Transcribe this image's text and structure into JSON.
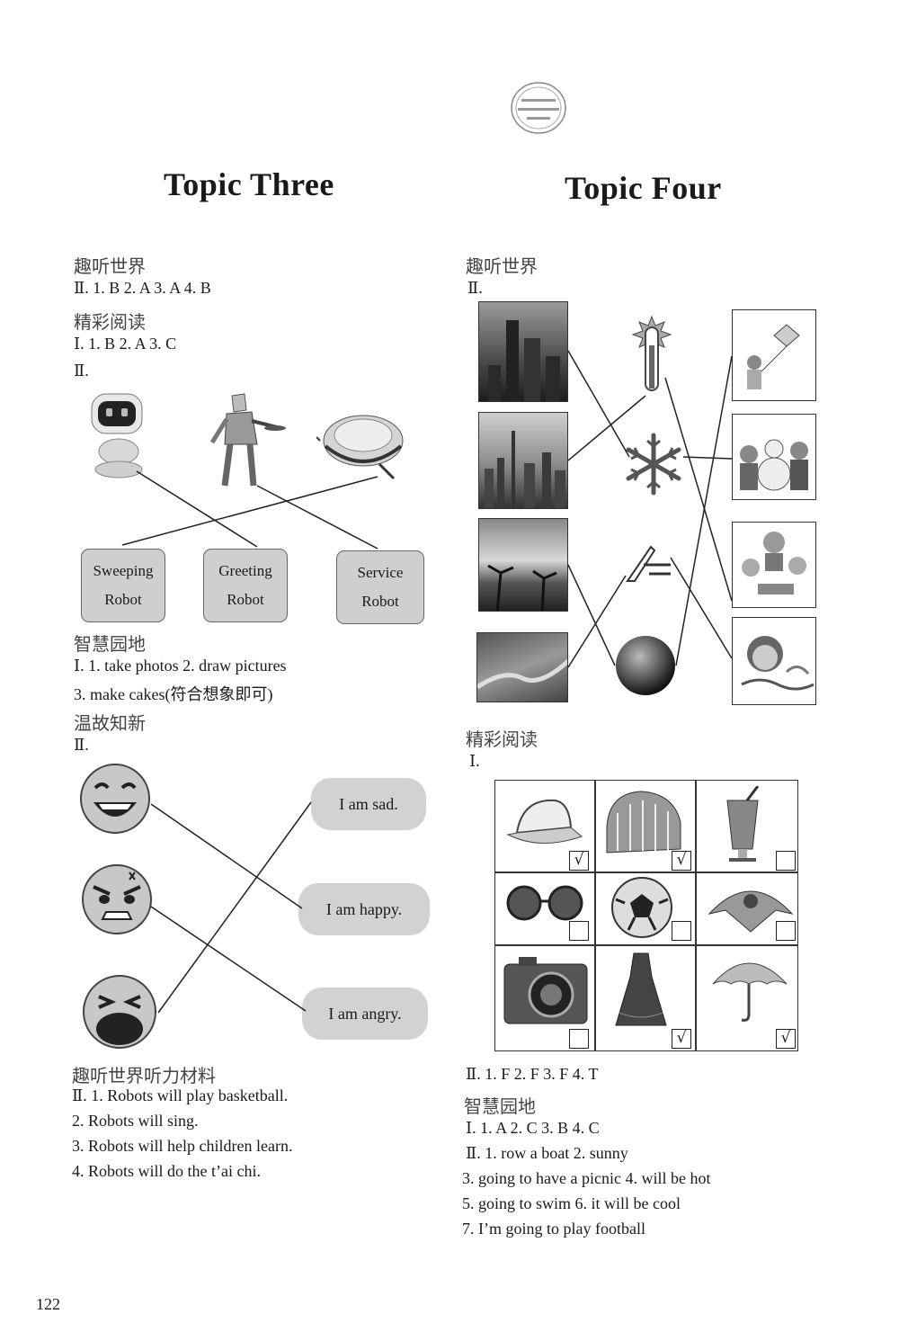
{
  "left": {
    "title": "Topic Three",
    "s1": {
      "heading": "趣听世界",
      "line1": "Ⅱ. 1. B    2. A    3. A    4. B"
    },
    "s2": {
      "heading": "精彩阅读",
      "line1": "Ⅰ. 1. B    2. A    3. C",
      "line2": "Ⅱ.",
      "robots": [
        {
          "w1": "Sweeping",
          "w2": "Robot"
        },
        {
          "w1": "Greeting",
          "w2": "Robot"
        },
        {
          "w1": "Service",
          "w2": "Robot"
        }
      ]
    },
    "s3": {
      "heading": "智慧园地",
      "line1": "Ⅰ. 1. take photos  2. draw pictures",
      "line2": "3. make cakes(符合想象即可)"
    },
    "s4": {
      "heading": "温故知新",
      "line1": "Ⅱ.",
      "feelings": [
        "I am sad.",
        "I am happy.",
        "I am angry."
      ]
    },
    "s5": {
      "heading": "趣听世界听力材料",
      "lines": [
        "Ⅱ. 1. Robots will play basketball.",
        "2. Robots will sing.",
        "3. Robots will help children learn.",
        "4. Robots will do the t’ai chi."
      ]
    }
  },
  "right": {
    "title": "Topic Four",
    "s1": {
      "heading": "趣听世界",
      "line1": "Ⅱ."
    },
    "s2": {
      "heading": "精彩阅读",
      "line1": "Ⅰ.",
      "checks": [
        "√",
        "√",
        "",
        "",
        "",
        "",
        "",
        "√",
        "√"
      ],
      "line2": "Ⅱ. 1. F    2. F    3. F    4. T"
    },
    "s3": {
      "heading": "智慧园地",
      "lines": [
        "Ⅰ. 1. A    2. C    3. B    4. C",
        "Ⅱ. 1. row a boat    2. sunny",
        "3. going to have a picnic    4. will be hot",
        "5. going to swim    6. it will be cool",
        "7. I’m going to play football"
      ]
    }
  },
  "page_number": "122"
}
